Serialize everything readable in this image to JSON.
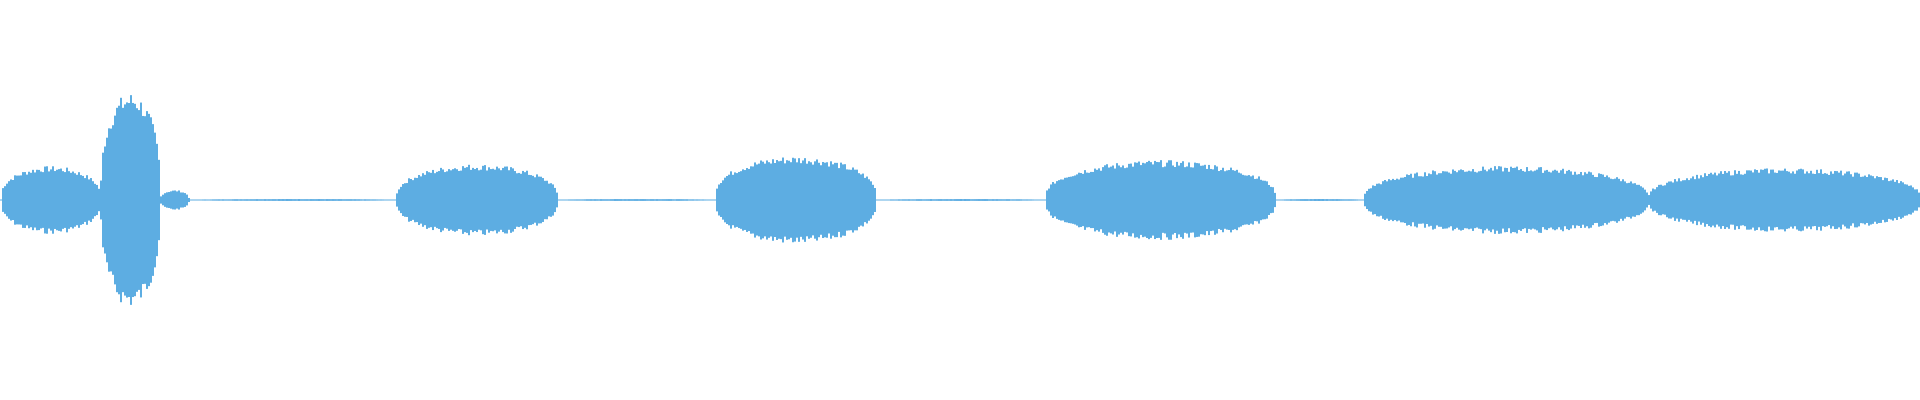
{
  "waveform": {
    "color": "#5dade2",
    "background": "#ffffff",
    "segments": [
      {
        "start": 0.0,
        "end": 0.052,
        "peak": 0.17
      },
      {
        "start": 0.052,
        "end": 0.083,
        "peak": 0.54
      },
      {
        "start": 0.083,
        "end": 0.098,
        "peak": 0.05
      },
      {
        "start": 0.098,
        "end": 0.206,
        "peak": 0.005
      },
      {
        "start": 0.206,
        "end": 0.29,
        "peak": 0.18
      },
      {
        "start": 0.29,
        "end": 0.372,
        "peak": 0.005
      },
      {
        "start": 0.372,
        "end": 0.456,
        "peak": 0.22
      },
      {
        "start": 0.456,
        "end": 0.544,
        "peak": 0.005
      },
      {
        "start": 0.544,
        "end": 0.664,
        "peak": 0.2
      },
      {
        "start": 0.664,
        "end": 0.71,
        "peak": 0.005
      },
      {
        "start": 0.71,
        "end": 0.858,
        "peak": 0.17
      },
      {
        "start": 0.858,
        "end": 1.0,
        "peak": 0.16
      }
    ]
  }
}
